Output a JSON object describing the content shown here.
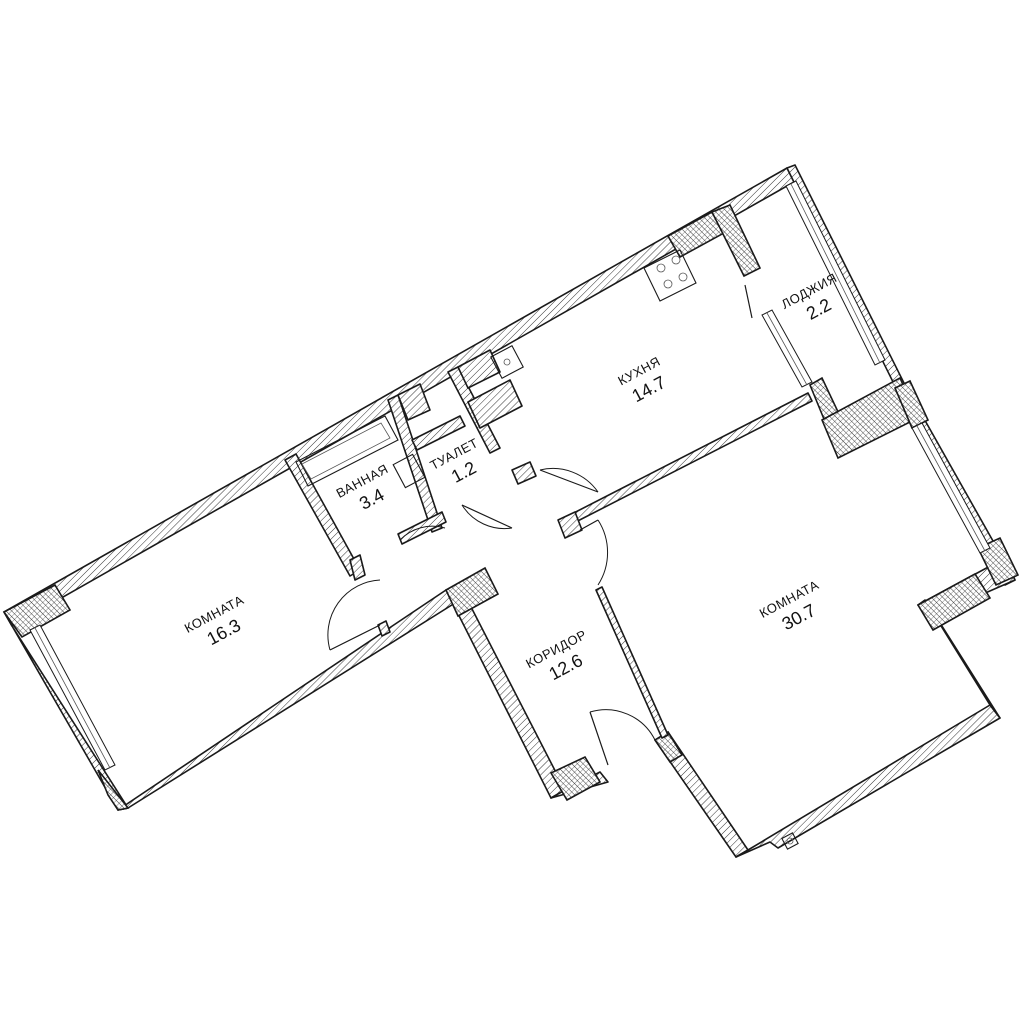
{
  "rooms": {
    "living_room_left": {
      "name": "КОМНАТА",
      "area": "16.3"
    },
    "bathroom": {
      "name": "ВАННАЯ",
      "area": "3.4"
    },
    "toilet": {
      "name": "ТУАЛЕТ",
      "area": "1.2"
    },
    "kitchen": {
      "name": "КУХНЯ",
      "area": "14.7"
    },
    "loggia": {
      "name": "ЛОДЖИЯ",
      "area": "2.2"
    },
    "corridor": {
      "name": "КОРИДОР",
      "area": "12.6"
    },
    "living_room_right": {
      "name": "КОМНАТА",
      "area": "30.7"
    }
  },
  "colors": {
    "line": "#1a1a1a",
    "background": "#ffffff"
  }
}
